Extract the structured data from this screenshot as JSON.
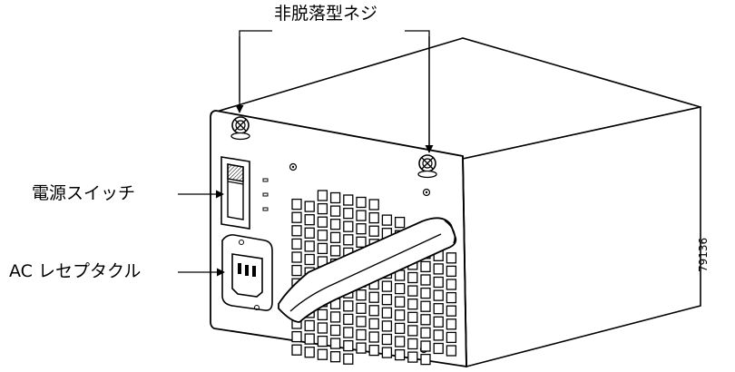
{
  "labels": {
    "captive_screws": "非脱落型ネジ",
    "power_switch": "電源スイッチ",
    "ac_receptacle": "AC レセプタクル",
    "figure_number": "79136"
  },
  "colors": {
    "line": "#000000",
    "face": "#ffffff",
    "hatch": "#000000"
  }
}
